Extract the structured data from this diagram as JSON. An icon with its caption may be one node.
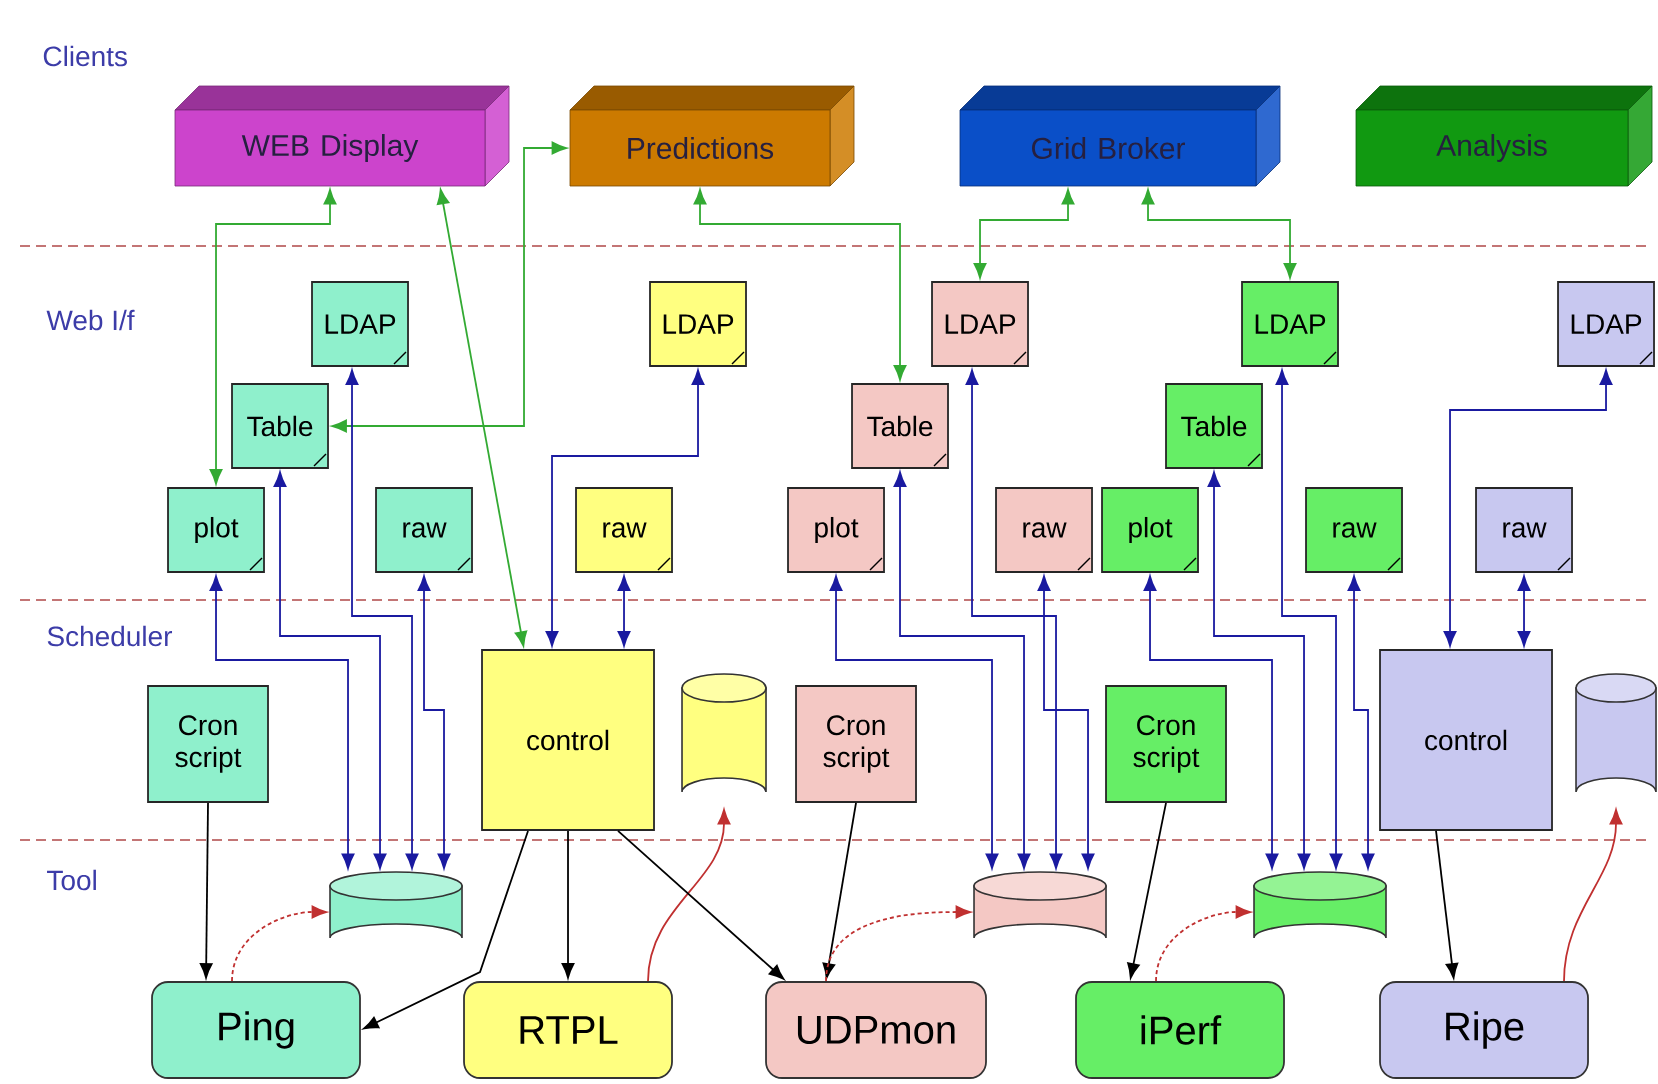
{
  "diagram": {
    "nodes": [
      {
        "text": [
          "WEB Display"
        ]
      },
      {
        "text": [
          "Predictions"
        ]
      },
      {
        "text": [
          "Grid Broker"
        ]
      },
      {
        "text": [
          "Analysis"
        ]
      },
      {
        "text": [
          "LDAP"
        ]
      },
      {
        "text": [
          "Table"
        ]
      },
      {
        "text": [
          "plot"
        ]
      },
      {
        "text": [
          "raw"
        ]
      },
      {
        "text": [
          "Cron script"
        ]
      },
      {
        "text": [],
        "shape": "cylinder"
      },
      {
        "text": [
          "Ping"
        ]
      },
      {
        "text": [
          "LDAP"
        ]
      },
      {
        "text": [
          "raw"
        ]
      },
      {
        "text": [
          "control"
        ]
      },
      {
        "text": [],
        "shape": "cylinder"
      },
      {
        "text": [
          "RTPL"
        ]
      },
      {
        "text": [
          "LDAP"
        ]
      },
      {
        "text": [
          "Table"
        ]
      },
      {
        "text": [
          "plot"
        ]
      },
      {
        "text": [
          "raw"
        ]
      },
      {
        "text": [
          "Cron script"
        ]
      },
      {
        "text": [],
        "shape": "cylinder"
      },
      {
        "text": [
          "UDPmon"
        ]
      },
      {
        "text": [
          "LDAP"
        ]
      },
      {
        "text": [
          "Table"
        ]
      },
      {
        "text": [
          "plot"
        ]
      },
      {
        "text": [
          "raw"
        ]
      },
      {
        "text": [
          "Cron script"
        ]
      },
      {
        "text": [],
        "shape": "cylinder"
      },
      {
        "text": [
          "iPerf"
        ]
      },
      {
        "text": [
          "LDAP"
        ]
      },
      {
        "text": [
          "raw"
        ]
      },
      {
        "text": [
          "control"
        ]
      },
      {
        "text": [],
        "shape": "cylinder"
      },
      {
        "text": [
          "Ripe"
        ]
      }
    ],
    "edges": [
      {
        "from": 0,
        "to": 6,
        "arrow": "both",
        "color": "#33aa33"
      },
      {
        "from": 0,
        "to": 13,
        "arrow": "both",
        "color": "#33aa33"
      },
      {
        "from": 1,
        "to": 5,
        "arrow": "both",
        "color": "#33aa33"
      },
      {
        "from": 1,
        "to": 17,
        "arrow": "both",
        "color": "#33aa33"
      },
      {
        "from": 2,
        "to": 16,
        "arrow": "both",
        "color": "#33aa33"
      },
      {
        "from": 2,
        "to": 23,
        "arrow": "both",
        "color": "#33aa33"
      },
      {
        "from": 9,
        "to": 6,
        "arrow": "both"
      },
      {
        "from": 9,
        "to": 5,
        "arrow": "both"
      },
      {
        "from": 9,
        "to": 4,
        "arrow": "both"
      },
      {
        "from": 9,
        "to": 7,
        "arrow": "both"
      },
      {
        "from": 8,
        "to": 10,
        "arrow": "to",
        "color": "#000000"
      },
      {
        "from": 13,
        "to": 10,
        "arrow": "to",
        "color": "#000000"
      },
      {
        "from": 10,
        "to": 9,
        "arrow": "to",
        "color": "#c03030",
        "style": "dashed"
      },
      {
        "from": 13,
        "to": 11,
        "arrow": "both"
      },
      {
        "from": 13,
        "to": 12,
        "arrow": "both"
      },
      {
        "from": 13,
        "to": 15,
        "arrow": "to",
        "color": "#000000"
      },
      {
        "from": 15,
        "to": 14,
        "arrow": "to",
        "color": "#c03030"
      },
      {
        "from": 13,
        "to": 22,
        "arrow": "to",
        "color": "#000000"
      },
      {
        "from": 21,
        "to": 18,
        "arrow": "both"
      },
      {
        "from": 21,
        "to": 17,
        "arrow": "both"
      },
      {
        "from": 21,
        "to": 16,
        "arrow": "both"
      },
      {
        "from": 21,
        "to": 19,
        "arrow": "both"
      },
      {
        "from": 20,
        "to": 22,
        "arrow": "to",
        "color": "#000000"
      },
      {
        "from": 22,
        "to": 21,
        "arrow": "to",
        "color": "#c03030",
        "style": "dashed"
      },
      {
        "from": 28,
        "to": 25,
        "arrow": "both"
      },
      {
        "from": 28,
        "to": 24,
        "arrow": "both"
      },
      {
        "from": 28,
        "to": 23,
        "arrow": "both"
      },
      {
        "from": 28,
        "to": 26,
        "arrow": "both"
      },
      {
        "from": 27,
        "to": 29,
        "arrow": "to",
        "color": "#000000"
      },
      {
        "from": 29,
        "to": 28,
        "arrow": "to",
        "color": "#c03030",
        "style": "dashed"
      },
      {
        "from": 32,
        "to": 30,
        "arrow": "both"
      },
      {
        "from": 32,
        "to": 31,
        "arrow": "both"
      },
      {
        "from": 32,
        "to": 34,
        "arrow": "to",
        "color": "#000000"
      },
      {
        "from": 34,
        "to": 33,
        "arrow": "to",
        "color": "#c03030"
      }
    ],
    "labels": [
      "Clients",
      "Web I/f",
      "Scheduler",
      "Tool"
    ]
  }
}
